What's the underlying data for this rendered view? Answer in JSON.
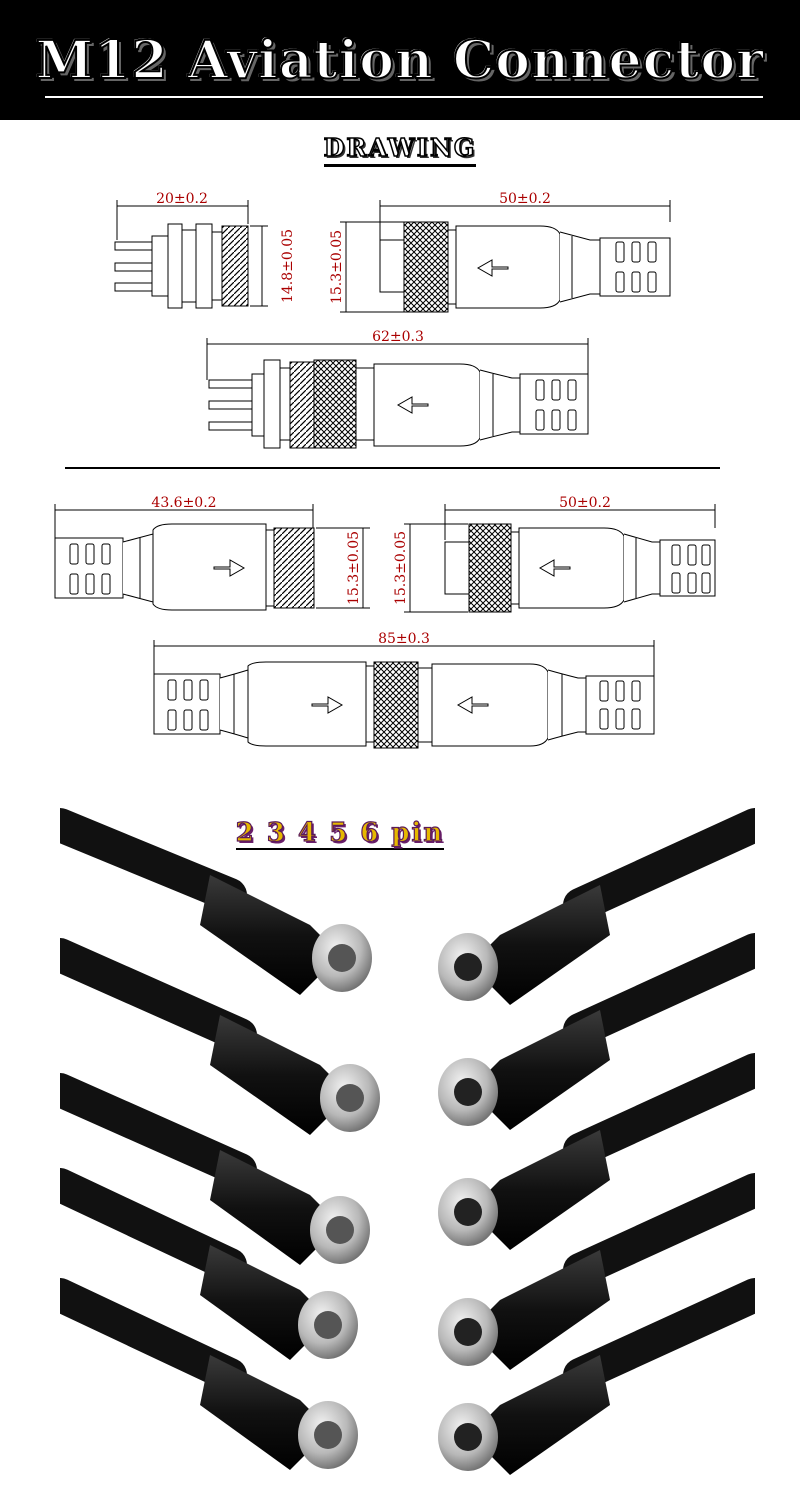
{
  "header": {
    "title": "M12 Aviation Connector"
  },
  "drawing": {
    "title": "DRAWING",
    "dims": {
      "socket_length": "20±0.2",
      "socket_thread_dia": "14.8±0.05",
      "female_dia_1": "15.3±0.05",
      "female_length_1": "50±0.2",
      "assembly_length_1": "62±0.3",
      "male_length": "43.6±0.2",
      "male_dia": "15.3±0.05",
      "female_dia_2": "15.3±0.05",
      "female_length_2": "50±0.2",
      "assembly_length_2": "85±0.3"
    }
  },
  "photo": {
    "pin_label": "2 3 4 5 6 pin"
  }
}
